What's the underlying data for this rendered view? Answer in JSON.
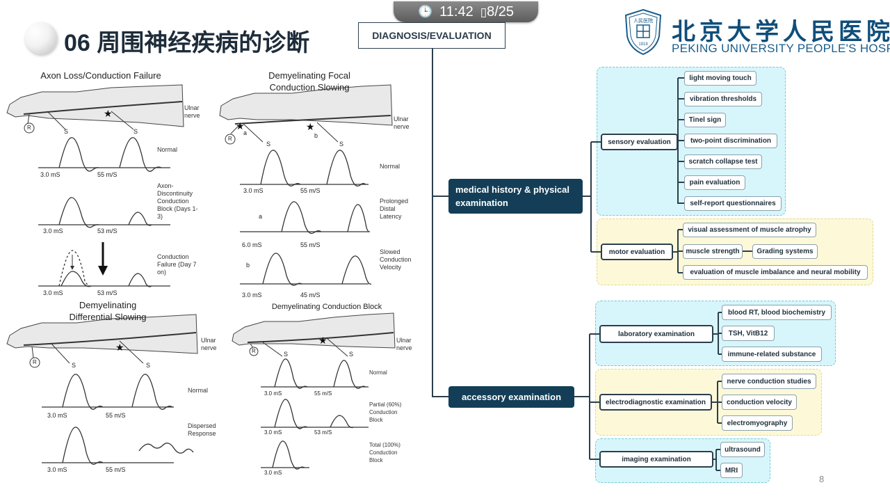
{
  "status": {
    "time": "11:42",
    "page": "8/25"
  },
  "title": "06 周围神经疾病的诊断",
  "diagnosis_label": "DIAGNOSIS/EVALUATION",
  "hospital": {
    "name_cn": "北京大学人民医院",
    "name_en": "PEKING UNIVERSITY PEOPLE'S HOSPITAL",
    "seal_text": "人民医院",
    "seal_year": "1918"
  },
  "figures": {
    "panel1": {
      "title": "Axon Loss/Conduction Failure",
      "nerve": "Ulnar nerve",
      "r": "R",
      "s": "S",
      "states": [
        "Normal",
        "Axon-Discontinuity Conduction Block (Days 1-3)",
        "Conduction Failure (Day 7 on)"
      ],
      "times": [
        "3.0 mS",
        "55 m/S",
        "3.0 mS",
        "53 m/S",
        "3.0 mS",
        "53 m/S"
      ]
    },
    "panel2": {
      "title": "Demyelinating Focal Conduction Slowing",
      "nerve": "Ulnar nerve",
      "r": "R",
      "s": "S",
      "a": "a",
      "b": "b",
      "states": [
        "Normal",
        "Prolonged Distal Latency",
        "Slowed Conduction Velocity"
      ],
      "times": [
        "3.0 mS",
        "55 m/S",
        "6.0 mS",
        "55 m/S",
        "3.0 mS",
        "45 m/S"
      ]
    },
    "panel3": {
      "title": "Demyelinating Differential Slowing",
      "nerve": "Ulnar nerve",
      "r": "R",
      "s": "S",
      "states": [
        "Normal",
        "Dispersed Response"
      ],
      "times": [
        "3.0 mS",
        "55 m/S",
        "3.0 mS",
        "55 m/S"
      ]
    },
    "panel4": {
      "title": "Demyelinating Conduction Block",
      "nerve": "Ulnar nerve",
      "r": "R",
      "s": "S",
      "states": [
        "Normal",
        "Partial (60%) Conduction Block",
        "Total (100%) Conduction Block"
      ],
      "times": [
        "3.0 mS",
        "55 m/S",
        "3.0 mS",
        "53 m/S",
        "3.0 mS"
      ]
    }
  },
  "mindmap": {
    "medical": "medical history & physical examination",
    "accessory": "accessory examination",
    "sensory": {
      "label": "sensory evaluation",
      "items": [
        "light moving touch",
        "vibration thresholds",
        "Tinel sign",
        "two-point discrimination",
        "scratch collapse test",
        "pain evaluation",
        "self-report questionnaires"
      ]
    },
    "motor": {
      "label": "motor evaluation",
      "items": [
        "visual assessment of muscle atrophy",
        "muscle strength",
        "evaluation of muscle imbalance and neural mobility"
      ],
      "grading": "Grading systems"
    },
    "laboratory": {
      "label": "laboratory examination",
      "items": [
        "blood RT, blood biochemistry",
        "TSH, VitB12",
        "immune-related substance"
      ]
    },
    "electro": {
      "label": "electrodiagnostic examination",
      "items": [
        "nerve conduction studies",
        "conduction velocity",
        "electromyography"
      ]
    },
    "imaging": {
      "label": "imaging examination",
      "items": [
        "ultrasound",
        "MRI"
      ]
    }
  },
  "page_number": "8",
  "colors": {
    "main_node": "#143e57",
    "cyan_zone": "#d7f6fb",
    "yellow_zone": "#fdf9d8",
    "logo_blue": "#0f4e7a"
  }
}
